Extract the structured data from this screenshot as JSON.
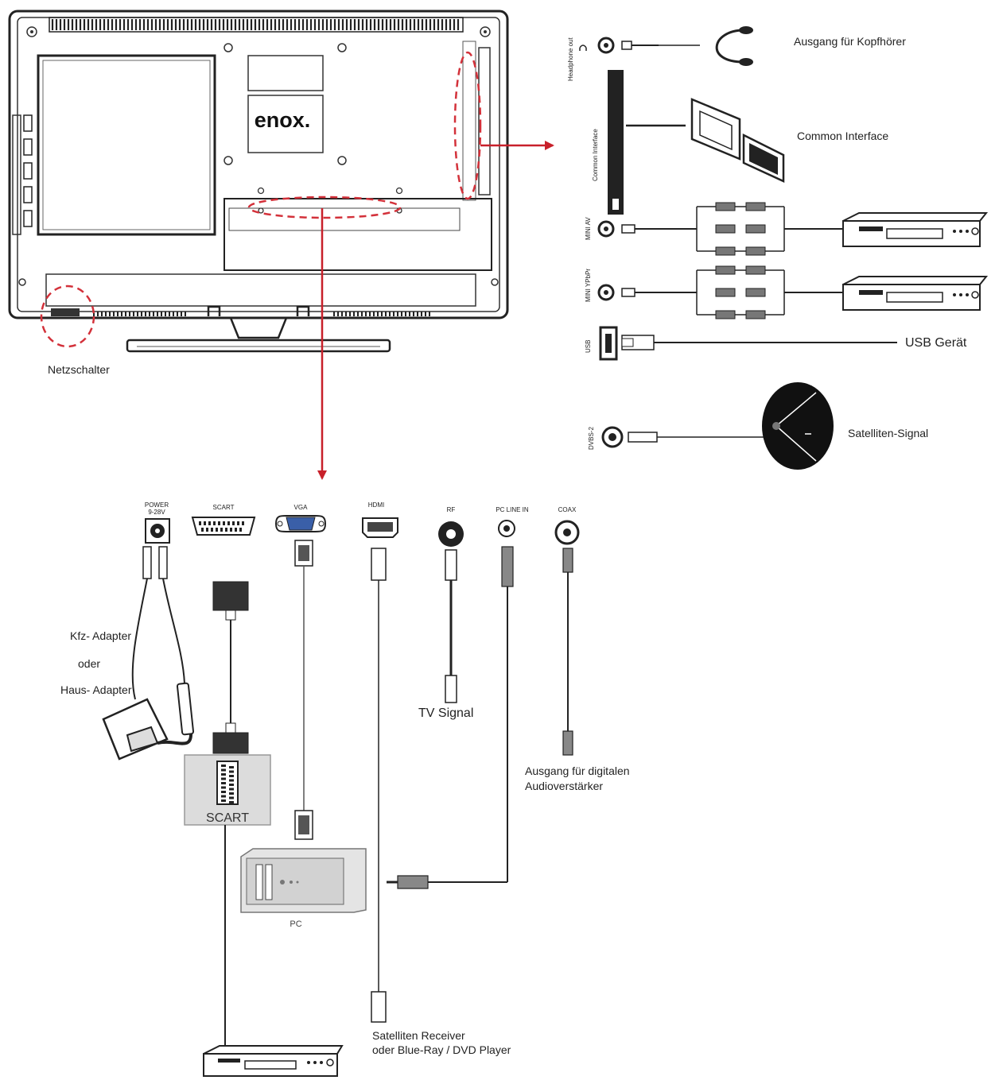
{
  "brand": "enox.",
  "labels": {
    "netzschalter": "Netzschalter",
    "kopfhoerer": "Ausgang für Kopfhörer",
    "common_interface": "Common Interface",
    "usb_geraet": "USB Gerät",
    "satelliten_signal": "Satelliten-Signal",
    "kfz_adapter": "Kfz- Adapter",
    "oder": "oder",
    "haus_adapter": "Haus- Adapter",
    "tv_signal": "TV Signal",
    "audio_line1": "Ausgang für digitalen",
    "audio_line2": "Audioverstärker",
    "scart_box": "SCART",
    "pc": "PC",
    "receiver_line1": "Satelliten Receiver",
    "receiver_line2": "oder Blue-Ray / DVD Player"
  },
  "side_ports": {
    "headphone": "Headphone out",
    "common_interface": "Common Interface",
    "mini_av": "MINI AV",
    "mini_ypbpr": "MINI YPbPr",
    "usb": "USB",
    "dvbs2": "DVBS-2"
  },
  "bottom_ports": {
    "power_line1": "POWER",
    "power_line2": "9-28V",
    "scart": "SCART",
    "vga": "VGA",
    "hdmi": "HDMI",
    "rf": "RF",
    "pc_line_in": "PC LINE IN",
    "coax": "COAX"
  },
  "colors": {
    "arrow": "#c8202a",
    "dashed": "#d3313a",
    "line": "#222222"
  },
  "icons": {
    "headphone": "headphones-icon"
  }
}
